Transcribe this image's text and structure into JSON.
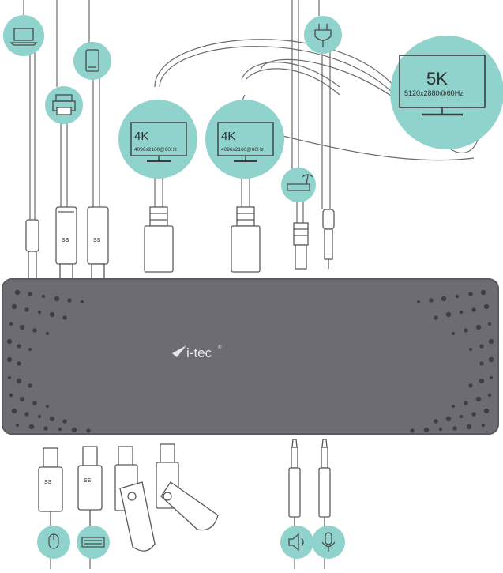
{
  "brand": {
    "logo_text": "i-tec",
    "trademark": "®"
  },
  "displays": [
    {
      "id": "monitor-a",
      "label": "4K",
      "spec": "4096x2160@60Hz"
    },
    {
      "id": "monitor-b",
      "label": "4K",
      "spec": "4096x2160@60Hz"
    },
    {
      "id": "monitor-c",
      "label": "5K",
      "spec": "5120x2880@60Hz"
    }
  ],
  "connected_devices": [
    "laptop-icon",
    "printer-icon",
    "smartphone-icon",
    "router-icon",
    "power-plug-icon",
    "mouse-icon",
    "keyboard-icon",
    "speaker-icon",
    "microphone-icon"
  ],
  "usb_marks": {
    "superspeed": "SS"
  },
  "colors": {
    "circle_fill": "#8fd3cc",
    "dock_body": "#6e6c73",
    "dock_edge": "#5c5a61",
    "cable_stroke": "#6b6b6b",
    "vent_holes": "#3f3e44",
    "logo": "#e8e8ea"
  }
}
